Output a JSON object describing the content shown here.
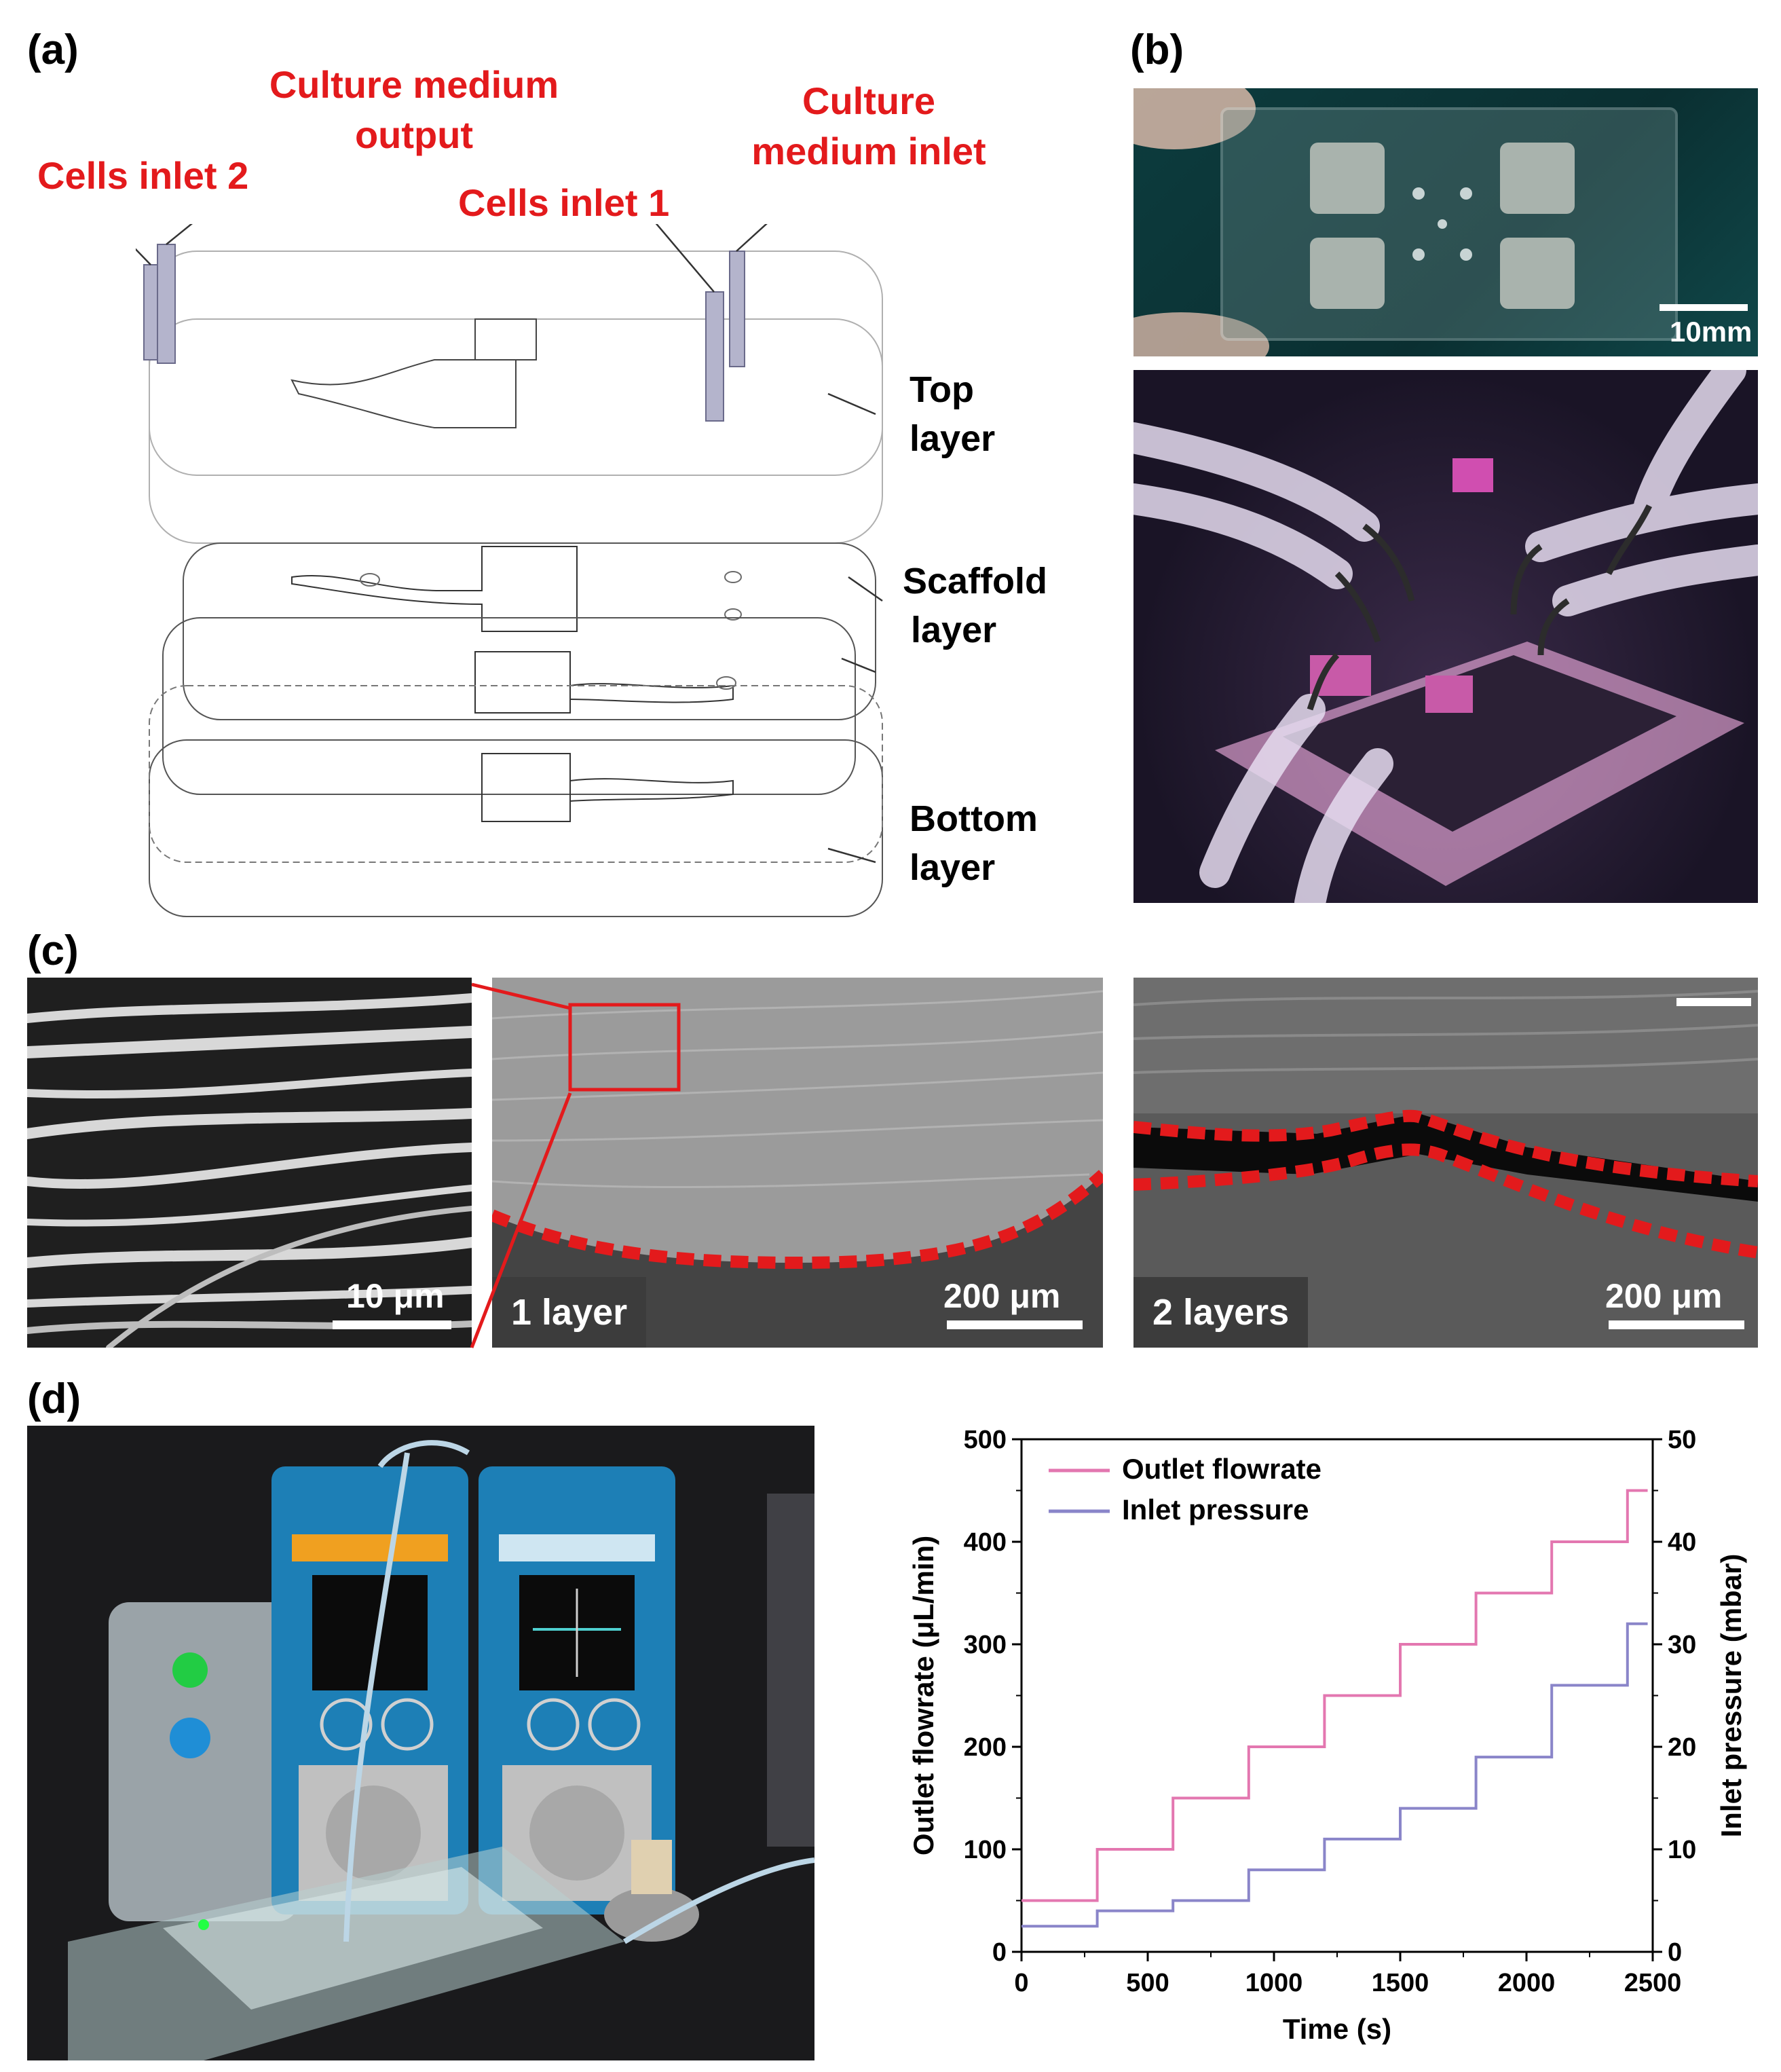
{
  "panels": {
    "a": {
      "letter": "(a)",
      "labels": {
        "culture_output": "Culture medium output",
        "culture_inlet": "Culture medium inlet",
        "cells_inlet_2": "Cells inlet 2",
        "cells_inlet_1": "Cells inlet 1"
      },
      "layers": {
        "top_line1": "Top",
        "top_line2": "layer",
        "scaffold_line1": "Scaffold",
        "scaffold_line2": "layer",
        "bottom_line1": "Bottom",
        "bottom_line2": "layer"
      }
    },
    "b": {
      "letter": "(b)",
      "scale_label": "10mm"
    },
    "c": {
      "letter": "(c)",
      "scale_1": "10 μm",
      "scale_2": "200 μm",
      "scale_3": "200 μm",
      "tag_1": "1 layer",
      "tag_2": "2 layers"
    },
    "d": {
      "letter": "(d)"
    }
  },
  "colors": {
    "red": "#e31a1c",
    "flowrate": "#e377b0",
    "pressure": "#8a85c9"
  },
  "chart_data": {
    "type": "line",
    "xlabel": "Time (s)",
    "ylabel": "Outlet flowrate (μL/min)",
    "y2label": "Inlet pressure (mbar)",
    "xlim": [
      0,
      2500
    ],
    "ylim": [
      0,
      500
    ],
    "y2lim": [
      0,
      50
    ],
    "xticks": [
      0,
      500,
      1000,
      1500,
      2000,
      2500
    ],
    "yticks": [
      0,
      100,
      200,
      300,
      400,
      500
    ],
    "y2ticks": [
      0,
      10,
      20,
      30,
      40,
      50
    ],
    "legend_position": "top-left",
    "series": [
      {
        "name": "Outlet flowrate",
        "axis": "left",
        "step": true,
        "x": [
          0,
          300,
          600,
          900,
          1200,
          1500,
          1800,
          2100,
          2400,
          2480
        ],
        "y": [
          50,
          100,
          150,
          200,
          250,
          300,
          350,
          400,
          450,
          450
        ]
      },
      {
        "name": "Inlet pressure",
        "axis": "right",
        "step": true,
        "x": [
          0,
          300,
          600,
          900,
          1200,
          1500,
          1800,
          2100,
          2400,
          2480
        ],
        "y": [
          2.5,
          4,
          5,
          8,
          11,
          14,
          19,
          26,
          32,
          32
        ]
      }
    ]
  }
}
